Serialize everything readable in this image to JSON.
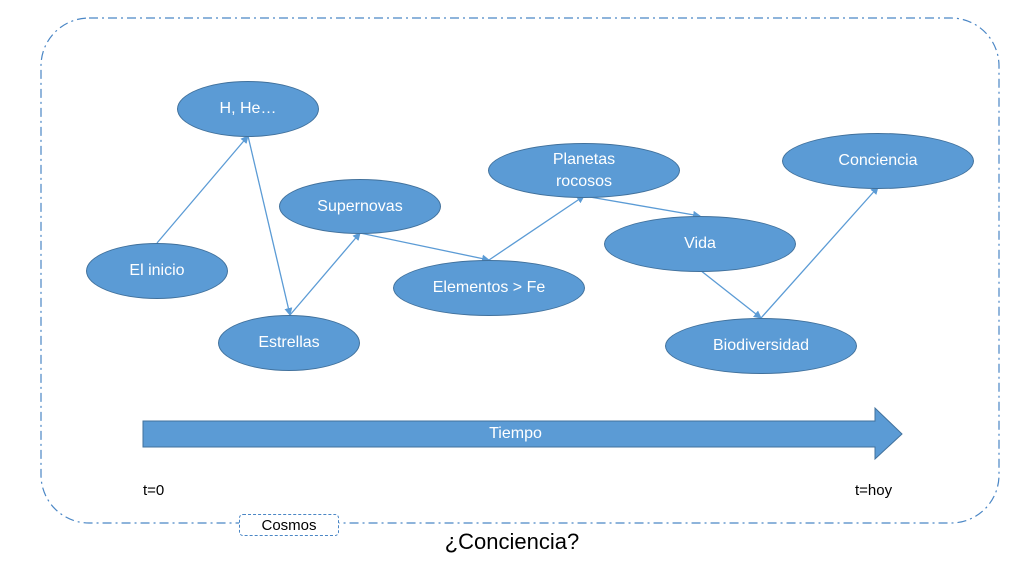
{
  "frame": {
    "label": "Cosmos"
  },
  "nodes": {
    "inicio": "El inicio",
    "h_he": "H, He…",
    "estrellas": "Estrellas",
    "supernovas": "Supernovas",
    "elementos": "Elementos > Fe",
    "planetas": "Planetas\nrocosos",
    "vida": "Vida",
    "biodiversidad": "Biodiversidad",
    "conciencia": "Conciencia"
  },
  "timeline": {
    "label": "Tiempo",
    "start_label": "t=0",
    "end_label": "t=hoy"
  },
  "question": "¿Conciencia?",
  "colors": {
    "node_fill": "#5B9BD5",
    "node_border": "#41719C",
    "connector": "#5B9BD5",
    "frame_border": "#4a86c5"
  }
}
